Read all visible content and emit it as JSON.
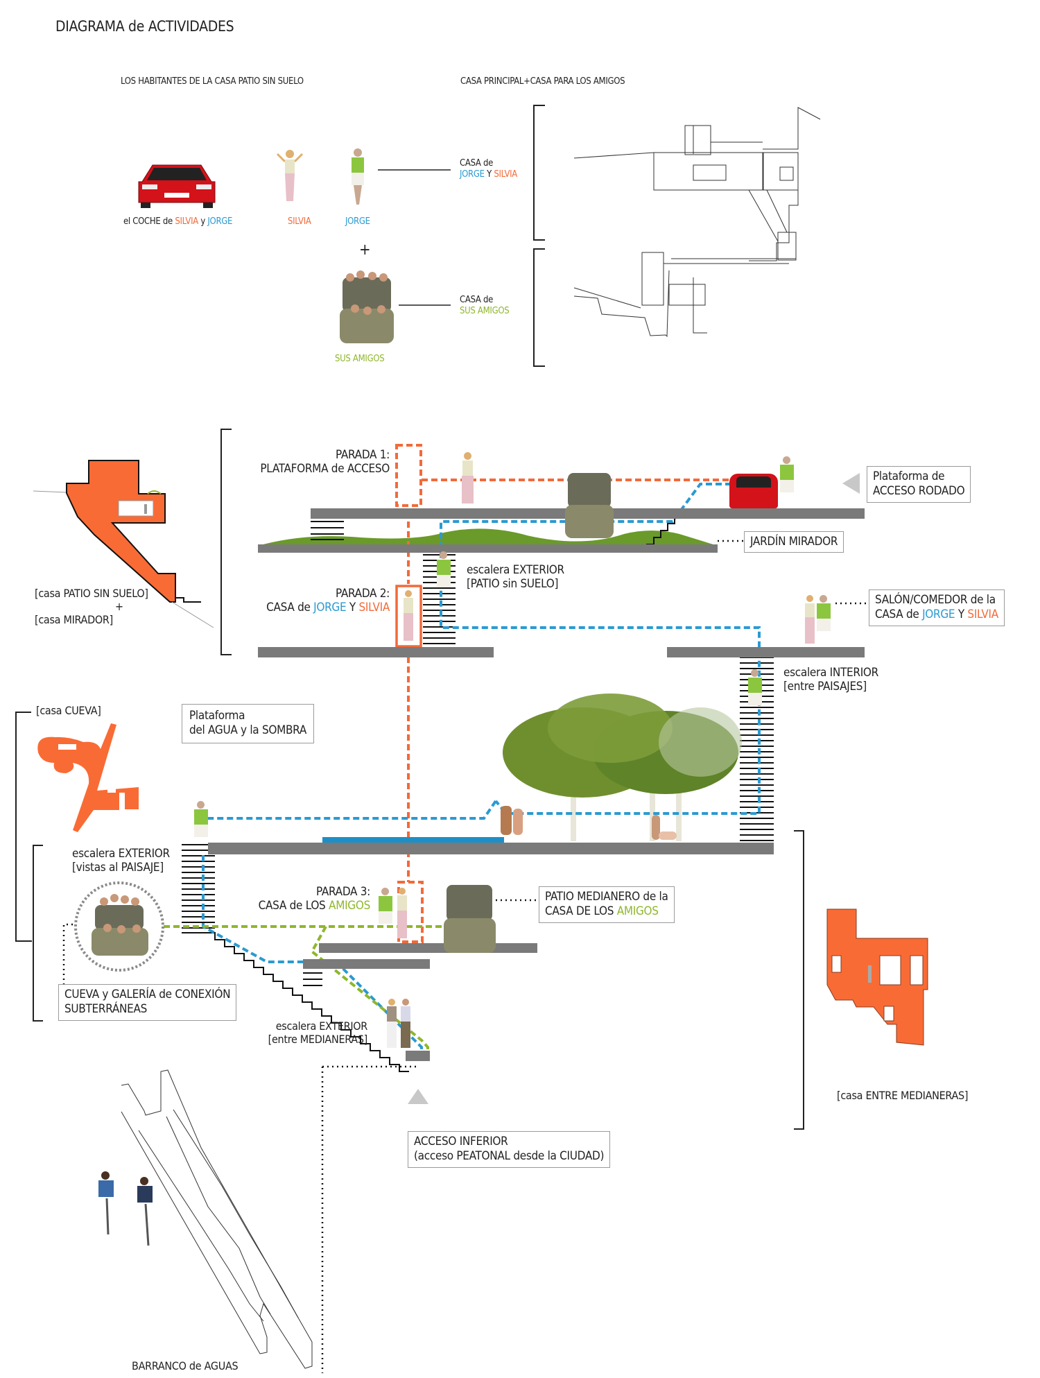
{
  "title": "DIAGRAMA de ACTIVIDADES",
  "colors": {
    "orange": "#f26a3a",
    "blue": "#2a9ad1",
    "green": "#8fb72c",
    "platform": "#7a7a7a",
    "house_fill": "#f96b35"
  },
  "top_section": {
    "left_heading": "LOS HABITANTES DE LA CASA PATIO SIN SUELO",
    "right_heading": "CASA PRINCIPAL+CASA PARA LOS AMIGOS",
    "car_label": {
      "prefix": "el COCHE de ",
      "silvia": "SILVIA",
      "y": " y ",
      "jorge": "JORGE"
    },
    "silvia_label": "SILVIA",
    "jorge_label": "JORGE",
    "plus": "+",
    "friends_label": "SUS AMIGOS",
    "casa_jorge": {
      "line1": "CASA de",
      "jorge": "JORGE",
      "y": " Y ",
      "silvia": "SILVIA"
    },
    "casa_amigos": {
      "line1": "CASA de",
      "amigos": "SUS AMIGOS"
    }
  },
  "left_houses": {
    "patio_mirador": {
      "line1": "[casa PATIO SIN SUELO]",
      "plus": "+",
      "line2": "[casa MIRADOR]"
    },
    "cueva": "[casa CUEVA]",
    "medianeras": "[casa ENTRE MEDIANERAS]"
  },
  "stops": {
    "parada1": {
      "line1": "PARADA 1:",
      "line2": "PLATAFORMA de ACCESO"
    },
    "parada2": {
      "line1": "PARADA 2:",
      "prefix": "CASA de ",
      "jorge": "JORGE",
      "y": " Y ",
      "silvia": "SILVIA"
    },
    "parada3": {
      "line1": "PARADA 3:",
      "prefix": "CASA de LOS ",
      "amigos": "AMIGOS"
    }
  },
  "labels": {
    "acceso_rodado": {
      "line1": "Plataforma de",
      "line2": "ACCESO RODADO"
    },
    "jardin_mirador": "JARDÍN MIRADOR",
    "escalera_patio": {
      "line1": "escalera EXTERIOR",
      "line2": "[PATIO sin SUELO]"
    },
    "salon": {
      "line1": "SALÓN/COMEDOR de la",
      "prefix": "CASA de ",
      "jorge": "JORGE",
      "y": " Y ",
      "silvia": "SILVIA"
    },
    "escalera_interior": {
      "line1": "escalera INTERIOR",
      "line2": "[entre PAISAJES]"
    },
    "agua_sombra": {
      "line1": "Plataforma",
      "line2": "del AGUA y la SOMBRA"
    },
    "escalera_paisaje": {
      "line1": "escalera EXTERIOR",
      "line2": "[vistas al PAISAJE]"
    },
    "patio_medianero": {
      "line1": "PATIO MEDIANERO de la",
      "prefix": "CASA DE LOS ",
      "amigos": "AMIGOS"
    },
    "cueva_galeria": {
      "line1": "CUEVA y GALERÍA de CONEXIÓN",
      "line2": "SUBTERRÁNEAS"
    },
    "escalera_medianeras": {
      "line1": "escalera EXTERIOR",
      "line2": "[entre MEDIANERAS]"
    },
    "acceso_inferior": {
      "line1": "ACCESO INFERIOR",
      "line2": "(acceso PEATONAL desde la CIUDAD)"
    },
    "barranco": "BARRANCO de AGUAS"
  }
}
